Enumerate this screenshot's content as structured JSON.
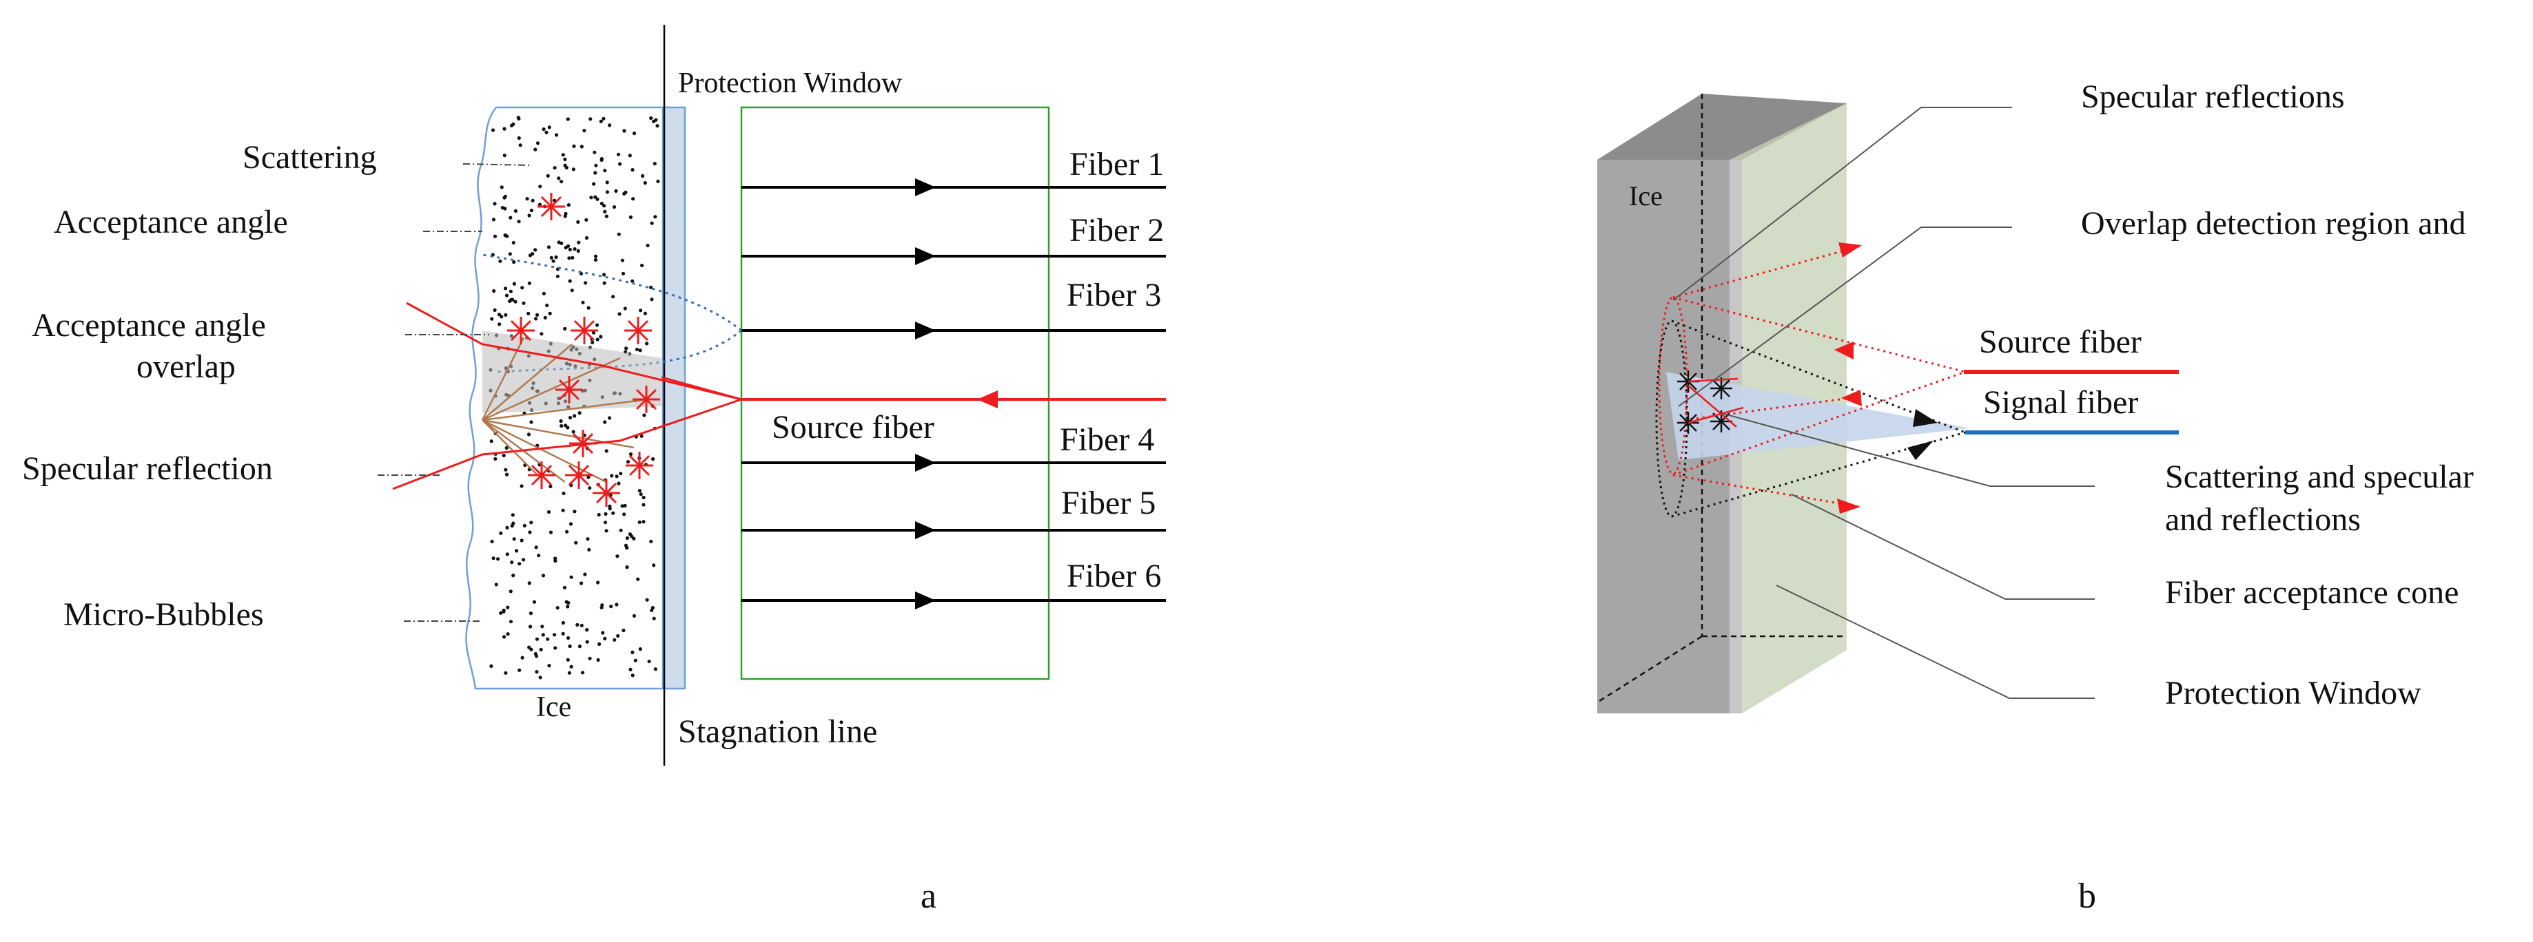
{
  "panel_a": {
    "caption": "a",
    "protection_window": "Protection Window",
    "stagnation_line": "Stagnation line",
    "ice": "Ice",
    "source_fiber": "Source fiber",
    "labels": {
      "scattering": "Scattering",
      "acceptance_angle": "Acceptance angle",
      "acceptance_overlap_1": "Acceptance angle",
      "acceptance_overlap_2": "overlap",
      "specular_reflection": "Specular reflection",
      "micro_bubbles": "Micro-Bubbles"
    },
    "fibers": [
      "Fiber 1",
      "Fiber 2",
      "Fiber 3",
      "Fiber 4",
      "Fiber 5",
      "Fiber 6"
    ]
  },
  "panel_b": {
    "caption": "b",
    "ice": "Ice",
    "source_fiber": "Source fiber",
    "signal_fiber": "Signal fiber",
    "labels": {
      "specular_reflections": "Specular reflections",
      "overlap_detection": "Overlap detection region and",
      "scattering_specular_1": "Scattering and specular",
      "scattering_specular_2": " and reflections",
      "acceptance_cone": "Fiber acceptance cone",
      "protection_window": "Protection Window"
    }
  },
  "colors": {
    "red": "#ee1c1c",
    "blue": "#1f6fc0",
    "window_a": "#cfdcec",
    "ice_outline": "#6f9fd8",
    "green_box": "#2ca02c",
    "ice_block": "#a6a6a6",
    "window_b": "#d3dcc6",
    "cone": "#c5d5ec",
    "brown": "#b07a50"
  }
}
